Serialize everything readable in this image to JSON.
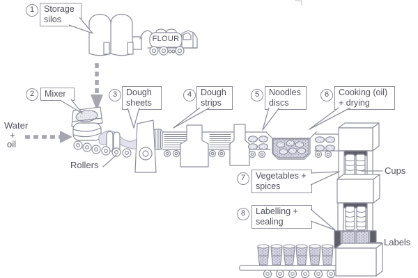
{
  "callouts": [
    {
      "number": "1",
      "label": "Storage silos"
    },
    {
      "number": "2",
      "label": "Mixer"
    },
    {
      "number": "3",
      "label": "Dough sheets"
    },
    {
      "number": "4",
      "label": "Dough strips"
    },
    {
      "number": "5",
      "label": "Noodles discs"
    },
    {
      "number": "6",
      "label": "Cooking (oil) + drying"
    },
    {
      "number": "7",
      "label": "Vegetables + spices"
    },
    {
      "number": "8",
      "label": "Labelling + sealing"
    }
  ],
  "annotations": {
    "water_oil": [
      "Water",
      "+",
      "oil"
    ],
    "rollers": "Rollers",
    "flour": "FLOUR",
    "cups": "Cups",
    "labels": "Labels"
  },
  "colors": {
    "line": "#8e8e9c",
    "text": "#52525e",
    "arrow": "#a6a6b0",
    "dough_fill": "#e2e2ef",
    "dark_fill": "#5f5f6c",
    "speckle_base": "#d7d7e4",
    "speckle_dot": "#8f8fa3",
    "background": "#ffffff"
  }
}
